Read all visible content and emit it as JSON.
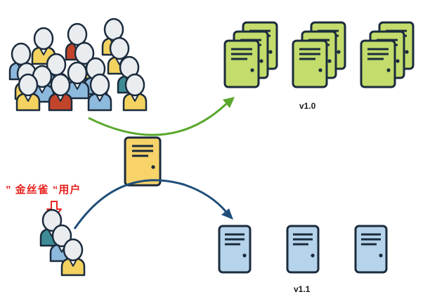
{
  "labels": {
    "version_old": "v1.0",
    "version_new": "v1.1",
    "canary_users": "” 金丝雀 “用户"
  },
  "colors": {
    "server_old": "#c3dc6c",
    "server_new": "#b5d3ea",
    "gateway": "#f7d36a",
    "arrow_old": "#5aa82e",
    "arrow_new": "#1f4e79",
    "canary_label": "#e8231f",
    "outline": "#1b2b3c"
  },
  "icons": {
    "users_crowd": "users-group-icon",
    "users_canary": "users-group-icon",
    "server": "server-icon",
    "gateway": "load-balancer-icon",
    "down_arrow": "arrow-down-icon"
  }
}
